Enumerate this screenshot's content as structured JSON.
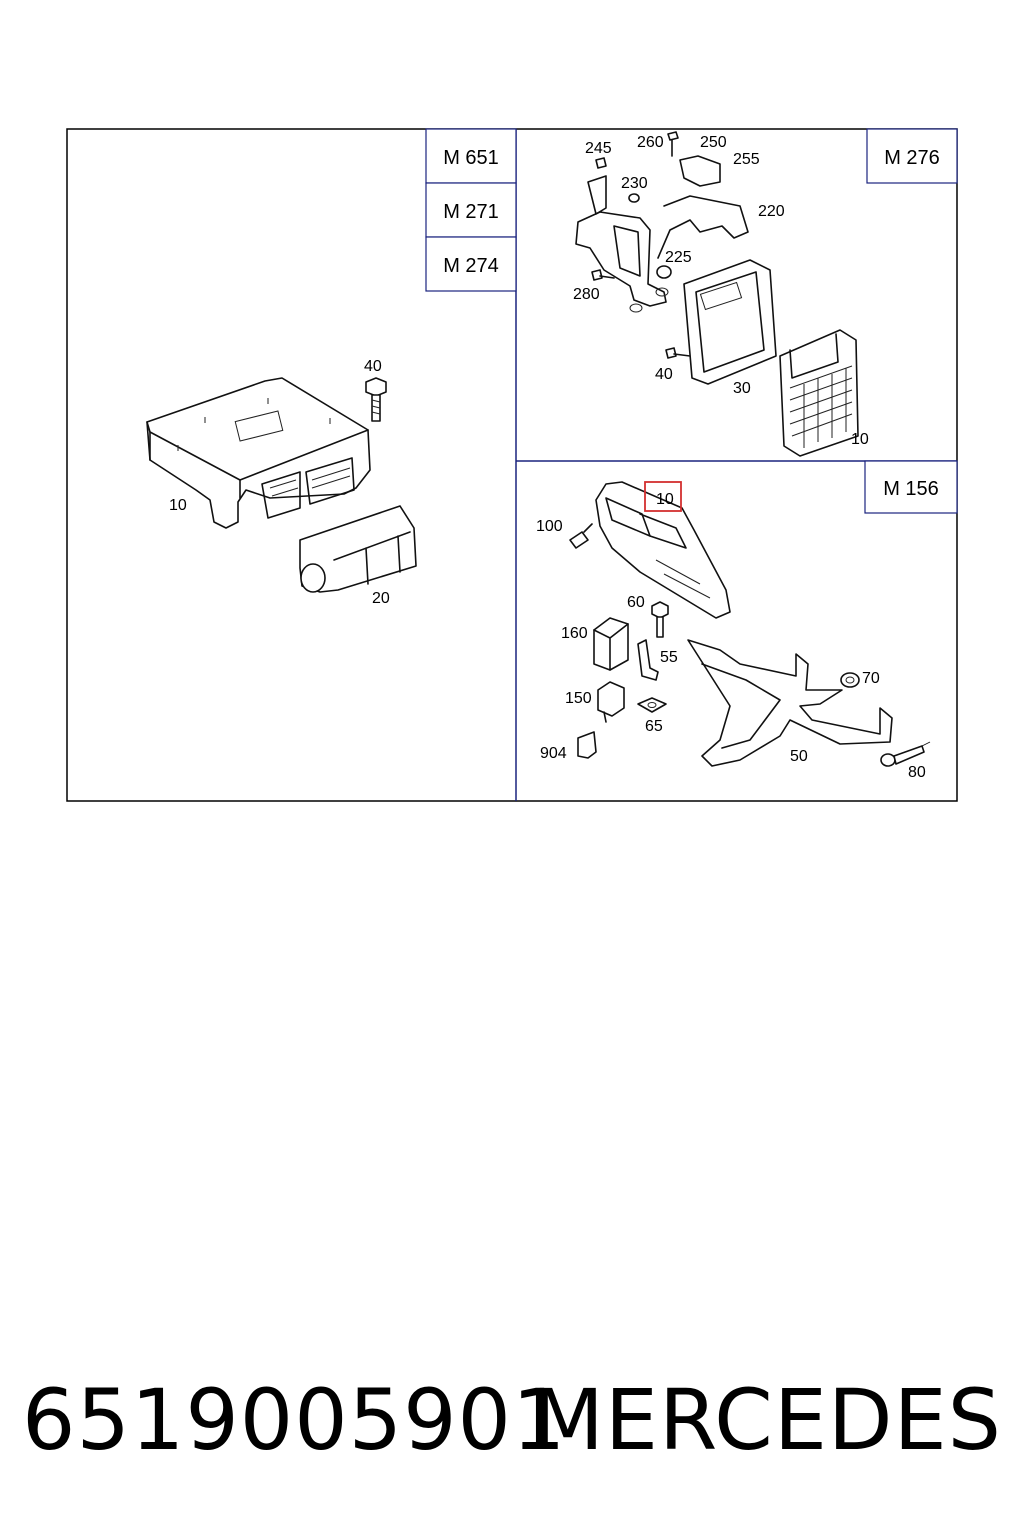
{
  "panels": {
    "left": {
      "engine_codes": [
        "M 651",
        "M 271",
        "M 274"
      ],
      "callouts": [
        "40",
        "10",
        "20"
      ]
    },
    "top_right": {
      "engine_codes": [
        "M 276"
      ],
      "callouts": [
        "245",
        "260",
        "250",
        "255",
        "230",
        "220",
        "225",
        "280",
        "40",
        "30",
        "10"
      ]
    },
    "bottom_right": {
      "engine_codes": [
        "M 156"
      ],
      "highlighted_callout": "10",
      "callouts": [
        "100",
        "60",
        "160",
        "55",
        "150",
        "65",
        "904",
        "70",
        "50",
        "80"
      ]
    }
  },
  "colors": {
    "frame": "#000000",
    "divider": "#1a237e",
    "highlight": "#d32f2f"
  },
  "footer": {
    "part_number": "6519005901",
    "brand": "MERCEDES"
  }
}
